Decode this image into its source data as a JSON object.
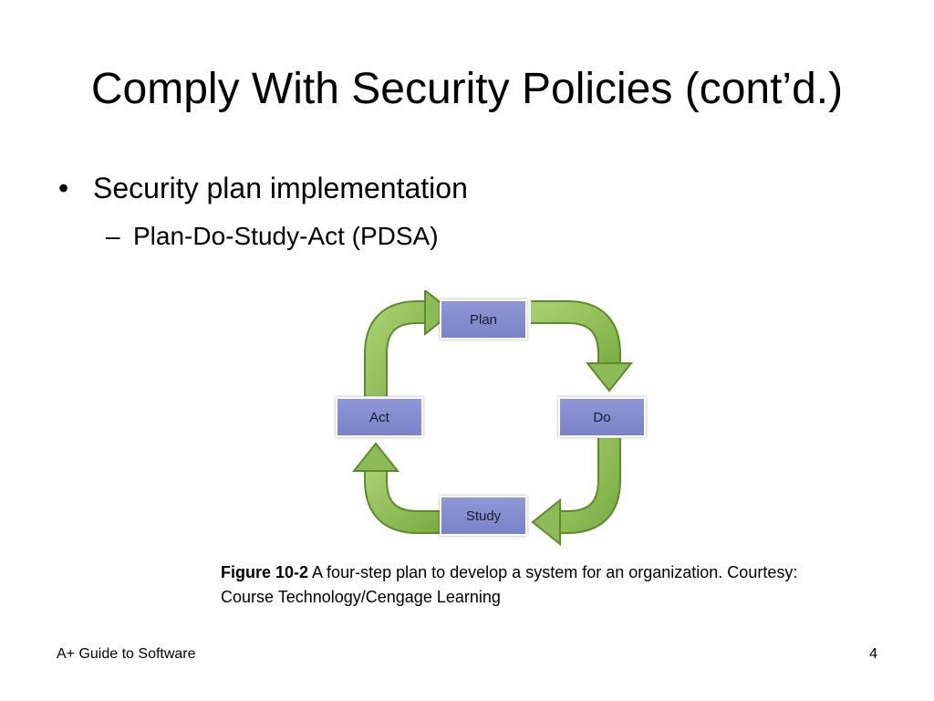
{
  "slide": {
    "title": "Comply With Security Policies (cont’d.)",
    "bullets": [
      {
        "marker": "•",
        "text": "Security plan implementation"
      }
    ],
    "sub_bullets": [
      {
        "marker": "–",
        "text": "Plan-Do-Study-Act (PDSA)"
      }
    ]
  },
  "diagram": {
    "steps": {
      "plan": "Plan",
      "do": "Do",
      "study": "Study",
      "act": "Act"
    },
    "flow": [
      "Plan",
      "Do",
      "Study",
      "Act"
    ],
    "colors": {
      "box_fill": "#7f88cb",
      "arrow_fill": "#8dbb57",
      "arrow_stroke": "#5e8a2c"
    }
  },
  "caption": {
    "label": "Figure 10-2",
    "text": " A four-step plan to develop a system for an organization. Courtesy: Course Technology/Cengage Learning"
  },
  "footer": {
    "left": "A+ Guide to Software",
    "page_number": "4"
  }
}
